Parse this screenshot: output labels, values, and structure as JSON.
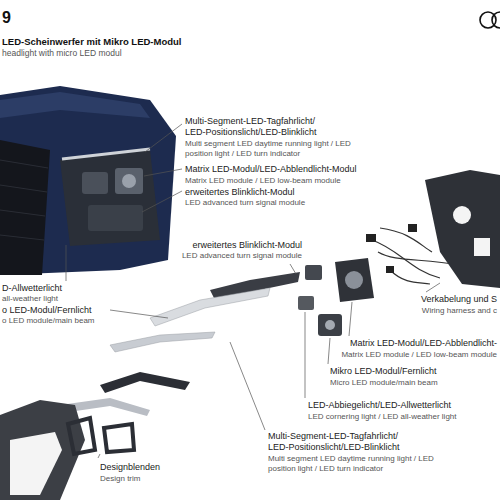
{
  "diagram": {
    "labels": [
      "9",
      "LED-Scheinwerfer mit Mikro LED-Modul",
      "headlight with micro LED modul",
      "Multi-Segment-LED-Tagfahrlicht/ LED-Positionslicht/LED-Blinklicht",
      "Multi segment LED daytime running light / LED position light / LED turn indicator",
      "Matrix LED-Modul/LED-Abblendlicht-Modul",
      "Matrix LED module / LED low-beam module",
      "erweitertes Blinklicht-Modul",
      "LED advanced turn signal module",
      "erweitertes Blinklicht-Modul",
      "LED advanced turn signal module",
      "D-Allwetterlicht",
      "all-weather light",
      "o LED-Modul/Fernlicht",
      "o LED module/main beam",
      "Verkabelung und S",
      "Wiring harness and c",
      "Matrix LED-Modul/LED-Abblendlicht-",
      "Matrix LED module / LED low-beam module",
      "Mikro LED-Modul/Fernlicht",
      "Micro LED module/main beam",
      "LED-Abbiegelicht/LED-Allwetterlicht",
      "LED cornering light / LED all-weather light",
      "Multi-Segment-LED-Tagfahrlicht/ LED-Positionslicht/LED-Blinklicht",
      "Multi segment LED daytime running light / LED position light / LED turn indicator",
      "Designblenden",
      "Design trim"
    ]
  }
}
